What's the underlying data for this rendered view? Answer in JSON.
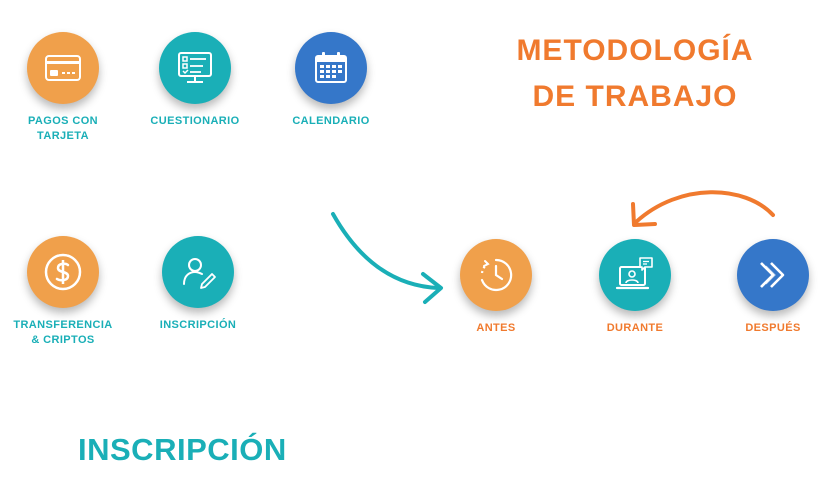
{
  "title": {
    "line1": "METODOLOGÍA",
    "line2": "DE TRABAJO"
  },
  "section_title": "INSCRIPCIÓN",
  "colors": {
    "orange": "#F0A04B",
    "teal": "#1AAFB7",
    "blue": "#3577C9",
    "title_orange": "#F07A2E",
    "label_teal": "#1AAFB7",
    "label_orange": "#F07A2E"
  },
  "icons": [
    {
      "key": "pagos",
      "label": "PAGOS CON\nTARJETA",
      "icon": "credit-card-icon"
    },
    {
      "key": "cuestionario",
      "label": "CUESTIONARIO",
      "icon": "questionnaire-monitor-icon"
    },
    {
      "key": "calendario",
      "label": "CALENDARIO",
      "icon": "calendar-icon"
    },
    {
      "key": "transferencia",
      "label": "TRANSFERENCIA\n& CRIPTOS",
      "icon": "dollar-coin-icon"
    },
    {
      "key": "inscripcion",
      "label": "INSCRIPCIÓN",
      "icon": "user-edit-icon"
    }
  ],
  "stages": [
    {
      "key": "antes",
      "label": "ANTES",
      "icon": "clock-history-icon"
    },
    {
      "key": "durante",
      "label": "DURANTE",
      "icon": "video-call-icon"
    },
    {
      "key": "despues",
      "label": "DESPUÉS",
      "icon": "double-chevron-right-icon"
    }
  ]
}
